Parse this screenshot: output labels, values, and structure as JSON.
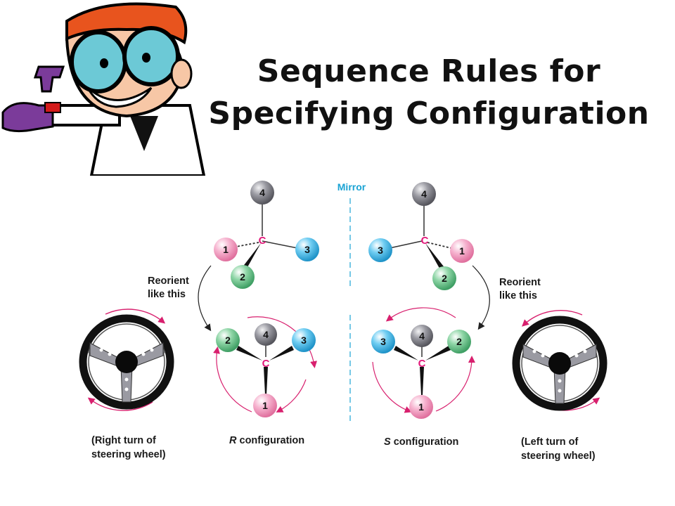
{
  "title": {
    "line1": "Sequence Rules for",
    "line2": "Specifying Configuration"
  },
  "mirror_label": "Mirror",
  "center_atom": "C",
  "left": {
    "top_molecule": {
      "top": "4",
      "left": "1",
      "right": "3",
      "front": "2"
    },
    "bottom_molecule": {
      "back": "4",
      "left": "2",
      "right": "3",
      "bottom": "1"
    },
    "reorient_line1": "Reorient",
    "reorient_line2": "like this",
    "configuration_letter": "R",
    "configuration_word": " configuration",
    "caption_line1": "(Right turn of",
    "caption_line2": "steering wheel)"
  },
  "right": {
    "top_molecule": {
      "top": "4",
      "left": "3",
      "right": "1",
      "front": "2"
    },
    "bottom_molecule": {
      "back": "4",
      "left": "3",
      "right": "2",
      "bottom": "1"
    },
    "reorient_line1": "Reorient",
    "reorient_line2": "like this",
    "configuration_letter": "S",
    "configuration_word": " configuration",
    "caption_line1": "(Left turn of",
    "caption_line2": "steering wheel)"
  },
  "colors": {
    "priority_1": "#f4a6c8",
    "priority_2": "#7ccf9a",
    "priority_3": "#5cc4ee",
    "priority_4": "#8e8e96",
    "center": "#e2187a",
    "arrow": "#d8206e",
    "mirror": "#1aa3d4"
  },
  "icons": [
    "cartoon-scientist-icon",
    "steering-wheel-icon"
  ]
}
